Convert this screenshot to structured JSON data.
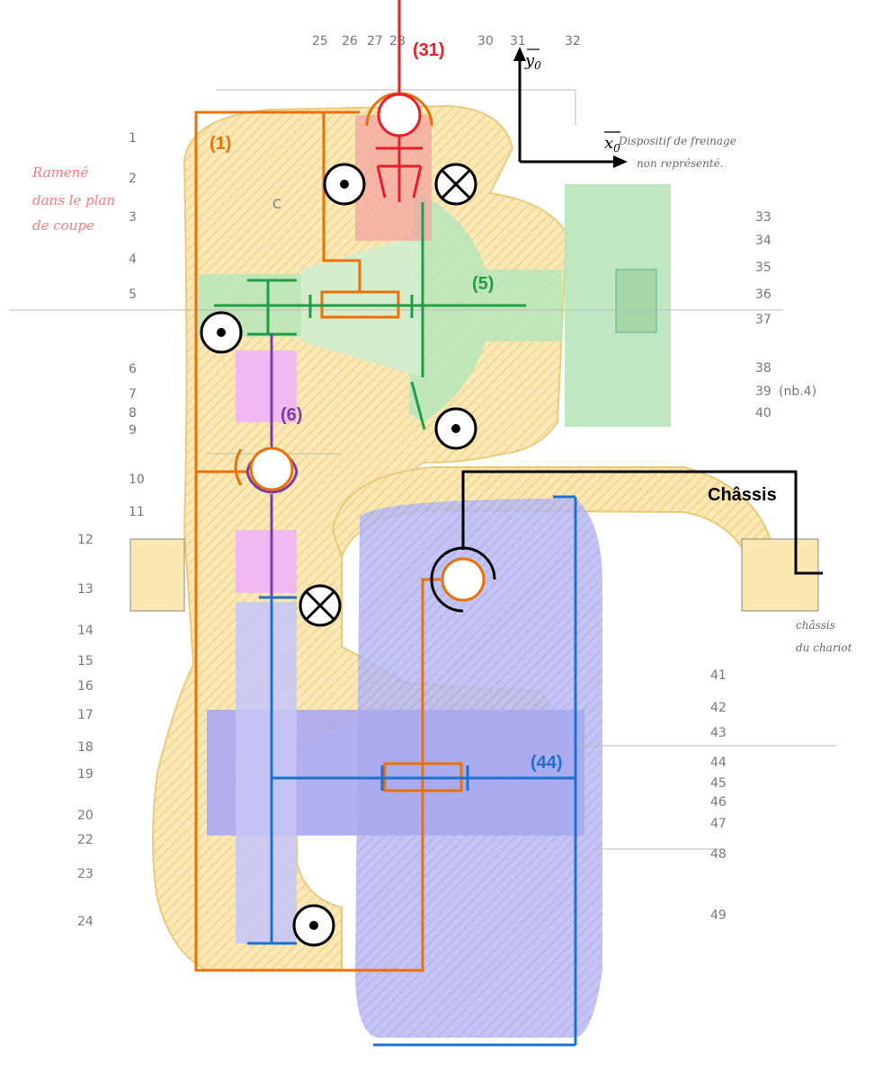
{
  "part_numbers_left": [
    "1",
    "2",
    "3",
    "4",
    "5",
    "6",
    "7",
    "8",
    "9",
    "10",
    "11",
    "12",
    "13",
    "14",
    "15",
    "16",
    "17",
    "18",
    "19",
    "20",
    "22",
    "23",
    "24"
  ],
  "part_numbers_right": [
    "33",
    "34",
    "35",
    "36",
    "37",
    "38",
    "39",
    "40",
    "41",
    "42",
    "43",
    "44",
    "45",
    "46",
    "47",
    "48",
    "49"
  ],
  "part_numbers_top": [
    "25",
    "26",
    "27",
    "28",
    "30",
    "31",
    "32"
  ],
  "note_39": "(nb.4)",
  "handwritten_note": [
    "Ramené",
    "dans le plan",
    "de coupe"
  ],
  "brake_note": [
    "Dispositif de freinage",
    "non représenté."
  ],
  "chassis_note": [
    "châssis",
    "du chariot"
  ],
  "section_mark": "C",
  "labels": {
    "part1": "(1)",
    "part31": "(31)",
    "part5": "(5)",
    "part6": "(6)",
    "part44": "(44)",
    "chassis": "Châssis"
  },
  "axes": {
    "x": "x",
    "y": "y",
    "subscript": "0"
  },
  "colors": {
    "part1": "#e8710a",
    "part31": "#e8202a",
    "part5": "#1f9e45",
    "part6": "#7a3ea3",
    "part44": "#1f6fcf",
    "chassis": "#000000",
    "housing_fill": "#fbe7b0",
    "green_fill": "#b9e5b9",
    "blue_fill": "#b8b8f2",
    "pink_fill": "#f1b9f1",
    "red_fill": "#f5a0a0"
  },
  "symbols": [
    "dot-symbol",
    "cross-symbol"
  ]
}
